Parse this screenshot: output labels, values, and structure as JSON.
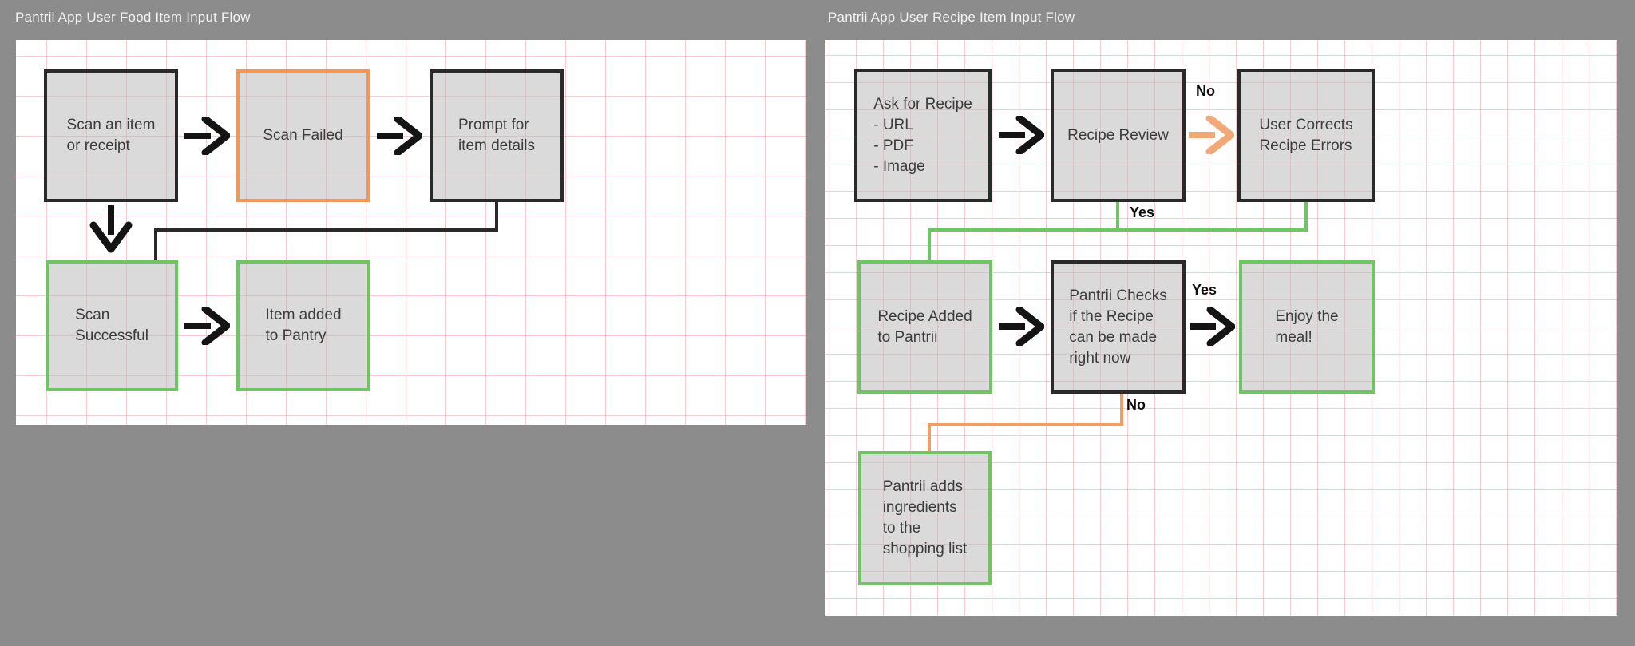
{
  "colors": {
    "page_background": "#8C8C8C",
    "canvas_background": "#FFFFFF",
    "grid_pink": "#E27C88",
    "node_fill_gray": "#DCDCDC",
    "border_dark": "#2A2A2A",
    "border_green": "#6FC463",
    "border_orange": "#F0975C",
    "arrow_black": "#141414",
    "arrow_orange": "#F2A877",
    "connector_green": "#6FC463",
    "connector_orange": "#EE9E66"
  },
  "left_flow": {
    "title": "Pantrii App User Food Item Input Flow",
    "nodes": {
      "scan_item": {
        "label": "Scan an item\nor receipt",
        "border": "dark"
      },
      "scan_failed": {
        "label": "Scan Failed",
        "border": "orange"
      },
      "prompt_details": {
        "label": "Prompt for\nitem details",
        "border": "dark"
      },
      "scan_successful": {
        "label": "Scan\nSuccessful",
        "border": "green"
      },
      "item_added": {
        "label": "Item added\nto Pantry",
        "border": "green"
      }
    }
  },
  "right_flow": {
    "title": "Pantrii App User Recipe Item Input Flow",
    "nodes": {
      "ask_recipe": {
        "label": "Ask for Recipe\n- URL\n- PDF\n- Image",
        "border": "dark"
      },
      "recipe_review": {
        "label": "Recipe Review",
        "border": "dark"
      },
      "user_corrects": {
        "label": "User Corrects\nRecipe Errors",
        "border": "dark"
      },
      "recipe_added": {
        "label": "Recipe Added\nto Pantrii",
        "border": "green"
      },
      "pantrii_checks": {
        "label": "Pantrii Checks\nif the Recipe\ncan be made\nright now",
        "border": "dark"
      },
      "enjoy_meal": {
        "label": "Enjoy the\nmeal!",
        "border": "green"
      },
      "adds_ingredients": {
        "label": "Pantrii adds\ningredients\nto the\nshopping list",
        "border": "green"
      }
    },
    "edge_labels": {
      "review_no": "No",
      "review_yes": "Yes",
      "check_yes": "Yes",
      "check_no": "No"
    }
  }
}
